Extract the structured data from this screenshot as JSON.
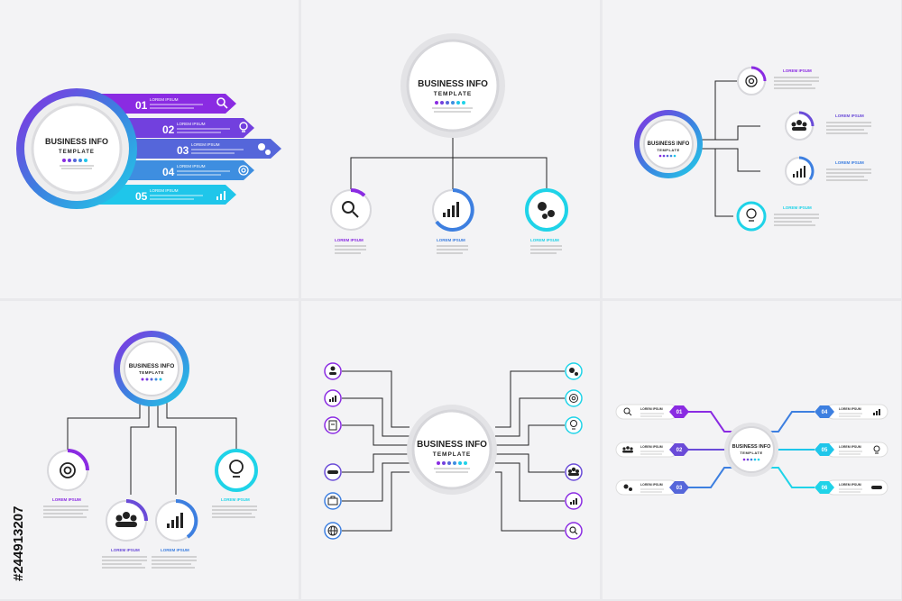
{
  "title_line1": "BUSINESS INFO",
  "title_line2": "TEMPLATE",
  "lorem": "LOREM IPSUM",
  "numbers": [
    "01",
    "02",
    "03",
    "04",
    "05",
    "06"
  ],
  "stock_id": "#244913207",
  "colors": {
    "purple": "#8a2be2",
    "violet": "#6a4bd8",
    "blue": "#3d7fe0",
    "cyan": "#1fd3e8",
    "dark": "#222222"
  },
  "icons": [
    "search-icon",
    "chart-icon",
    "gears-icon",
    "target-icon",
    "team-icon",
    "bulb-icon",
    "user-icon",
    "document-icon",
    "handshake-icon",
    "briefcase-icon",
    "globe-icon"
  ]
}
